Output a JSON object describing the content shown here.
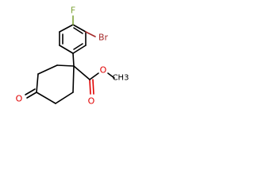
{
  "molecule": {
    "atoms": {
      "fluorine": "F",
      "bromine": "Br",
      "ketone_oxygen": "O",
      "carbonyl_oxygen": "O",
      "ester_oxygen": "O",
      "methyl": "CH3"
    }
  },
  "colors": {
    "bond": "#000000",
    "oxygen": "#e00000",
    "bromine": "#a52a2a",
    "fluorine": "#7fa33a"
  }
}
